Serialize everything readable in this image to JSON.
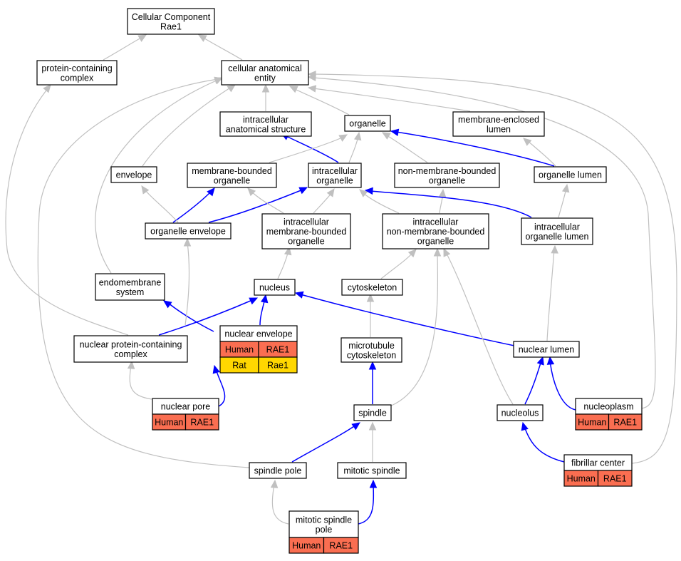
{
  "colors": {
    "human": "#fa6e51",
    "rat": "#ffd700",
    "is_a_edge": "#c0c0c0",
    "part_of_edge": "#0000ff"
  },
  "nodes": {
    "cellular_component": {
      "lines": [
        "Cellular Component",
        "Rae1"
      ]
    },
    "protein_containing_complex": {
      "lines": [
        "protein-containing",
        "complex"
      ]
    },
    "cellular_anatomical_entity": {
      "lines": [
        "cellular anatomical",
        "entity"
      ]
    },
    "intracellular_anatomical_structure": {
      "lines": [
        "intracellular",
        "anatomical structure"
      ]
    },
    "organelle": {
      "lines": [
        "organelle"
      ]
    },
    "membrane_enclosed_lumen": {
      "lines": [
        "membrane-enclosed",
        "lumen"
      ]
    },
    "envelope": {
      "lines": [
        "envelope"
      ]
    },
    "membrane_bounded_organelle": {
      "lines": [
        "membrane-bounded",
        "organelle"
      ]
    },
    "intracellular_organelle": {
      "lines": [
        "intracellular",
        "organelle"
      ]
    },
    "non_membrane_bounded_organelle": {
      "lines": [
        "non-membrane-bounded",
        "organelle"
      ]
    },
    "organelle_lumen": {
      "lines": [
        "organelle lumen"
      ]
    },
    "organelle_envelope": {
      "lines": [
        "organelle envelope"
      ]
    },
    "intracellular_membrane_bounded_organelle": {
      "lines": [
        "intracellular",
        "membrane-bounded",
        "organelle"
      ]
    },
    "intracellular_non_membrane_bounded_organelle": {
      "lines": [
        "intracellular",
        "non-membrane-bounded",
        "organelle"
      ]
    },
    "intracellular_organelle_lumen": {
      "lines": [
        "intracellular",
        "organelle lumen"
      ]
    },
    "endomembrane_system": {
      "lines": [
        "endomembrane",
        "system"
      ]
    },
    "nucleus": {
      "lines": [
        "nucleus"
      ]
    },
    "cytoskeleton": {
      "lines": [
        "cytoskeleton"
      ]
    },
    "nuclear_envelope": {
      "lines": [
        "nuclear envelope"
      ],
      "annotations": [
        [
          "Human",
          "RAE1"
        ],
        [
          "Rat",
          "Rae1"
        ]
      ]
    },
    "nuclear_protein_containing_complex": {
      "lines": [
        "nuclear protein-containing",
        "complex"
      ]
    },
    "microtubule_cytoskeleton": {
      "lines": [
        "microtubule",
        "cytoskeleton"
      ]
    },
    "nuclear_lumen": {
      "lines": [
        "nuclear lumen"
      ]
    },
    "nuclear_pore": {
      "lines": [
        "nuclear pore"
      ],
      "annotations": [
        [
          "Human",
          "RAE1"
        ]
      ]
    },
    "spindle": {
      "lines": [
        "spindle"
      ]
    },
    "nucleolus": {
      "lines": [
        "nucleolus"
      ]
    },
    "nucleoplasm": {
      "lines": [
        "nucleoplasm"
      ],
      "annotations": [
        [
          "Human",
          "RAE1"
        ]
      ]
    },
    "spindle_pole": {
      "lines": [
        "spindle pole"
      ]
    },
    "mitotic_spindle": {
      "lines": [
        "mitotic spindle"
      ]
    },
    "fibrillar_center": {
      "lines": [
        "fibrillar center"
      ],
      "annotations": [
        [
          "Human",
          "RAE1"
        ]
      ]
    },
    "mitotic_spindle_pole": {
      "lines": [
        "mitotic spindle",
        "pole"
      ],
      "annotations": [
        [
          "Human",
          "RAE1"
        ]
      ]
    }
  }
}
